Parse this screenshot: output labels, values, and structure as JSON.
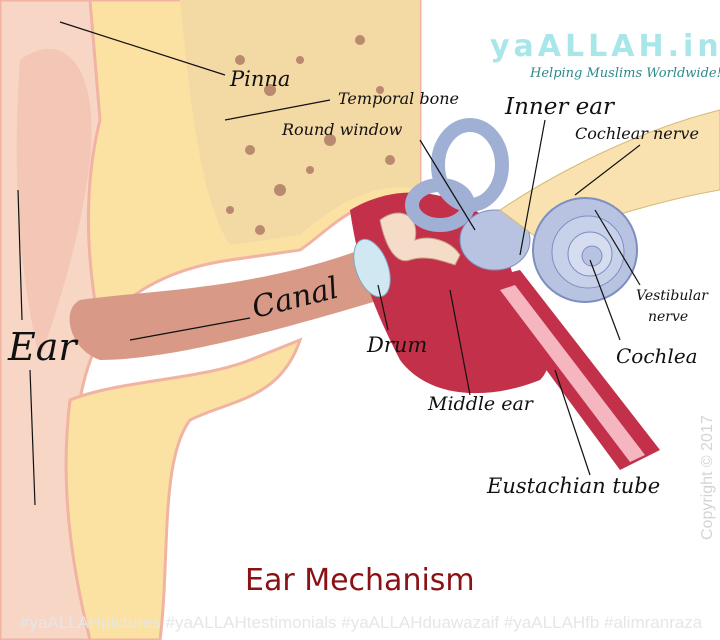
{
  "logo": {
    "text": "yaALLAH.in",
    "tagline": "Helping Muslims Worldwide!"
  },
  "labels": {
    "pinna": "Pinna",
    "temporal_bone": "Temporal bone",
    "round_window": "Round window",
    "inner_ear": "Inner ear",
    "cochlear_nerve": "Cochlear nerve",
    "canal": "Canal",
    "ear": "Ear",
    "drum": "Drum",
    "vestibular_1": "Vestibular",
    "vestibular_2": "nerve",
    "cochlea": "Cochlea",
    "middle_ear": "Middle ear",
    "eustachian_tube": "Eustachian tube"
  },
  "title": "Ear Mechanism",
  "copyright": "Copyright © 2017",
  "hashtags": "#yaALLAHpictures #yaALLAHtestimonials #yaALLAHduawazaif #yaALLAHfb #alimranraza",
  "colors": {
    "skin": "#f7d6c6",
    "cartilage": "#fbe2a2",
    "canal": "#d89a86",
    "middle_ear": "#c2304a",
    "cochlea": "#b8c3e2",
    "title": "#8a1214"
  }
}
